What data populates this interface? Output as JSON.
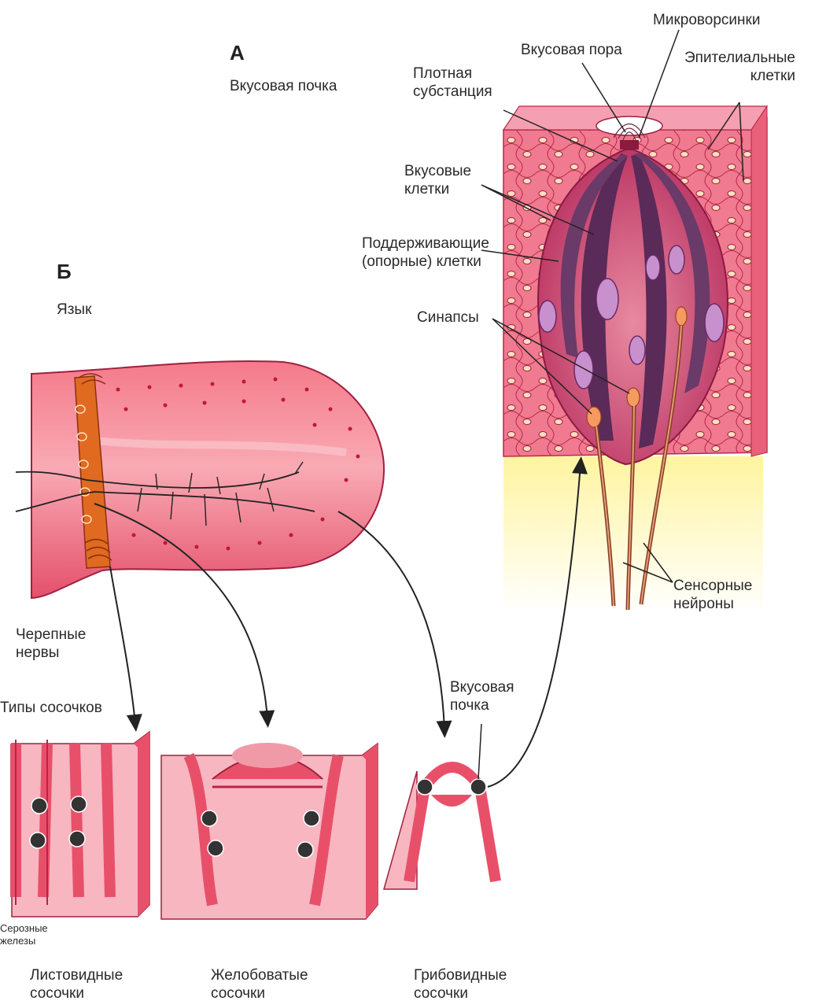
{
  "section_a": {
    "letter": "А",
    "title": "Вкусовая почка"
  },
  "section_b": {
    "letter": "Б",
    "title": "Язык"
  },
  "bud_labels": {
    "microvilli": "Микроворсинки",
    "taste_pore": "Вкусовая пора",
    "epithelial_cells": "Эпителиальные\nклетки",
    "dense_substance": "Плотная\nсубстанция",
    "taste_cells": "Вкусовые\nклетки",
    "supporting_cells": "Поддерживающие\n(опорные) клетки",
    "synapses": "Синапсы",
    "sensory_neurons": "Сенсорные\nнейроны"
  },
  "tongue_labels": {
    "cranial_nerves": "Черепные\nнервы",
    "papillae_types": "Типы сосочков",
    "taste_bud": "Вкусовая\nпочка",
    "serous_glands": "Серозные\nжелезы"
  },
  "papillae": {
    "foliate": "Листовидные\nсосочки",
    "circumvallate": "Желобоватые\nсосочки",
    "fungiform": "Грибовидные\nсосочки"
  },
  "colors": {
    "tissue": "#e8506a",
    "tissue_light": "#f6a0ae",
    "tissue_dark": "#c02048",
    "taste_cell_dark": "#5a2a58",
    "nucleus": "#b87ab8",
    "connective": "#fdf6b0",
    "nerve_band": "#e06a20"
  }
}
